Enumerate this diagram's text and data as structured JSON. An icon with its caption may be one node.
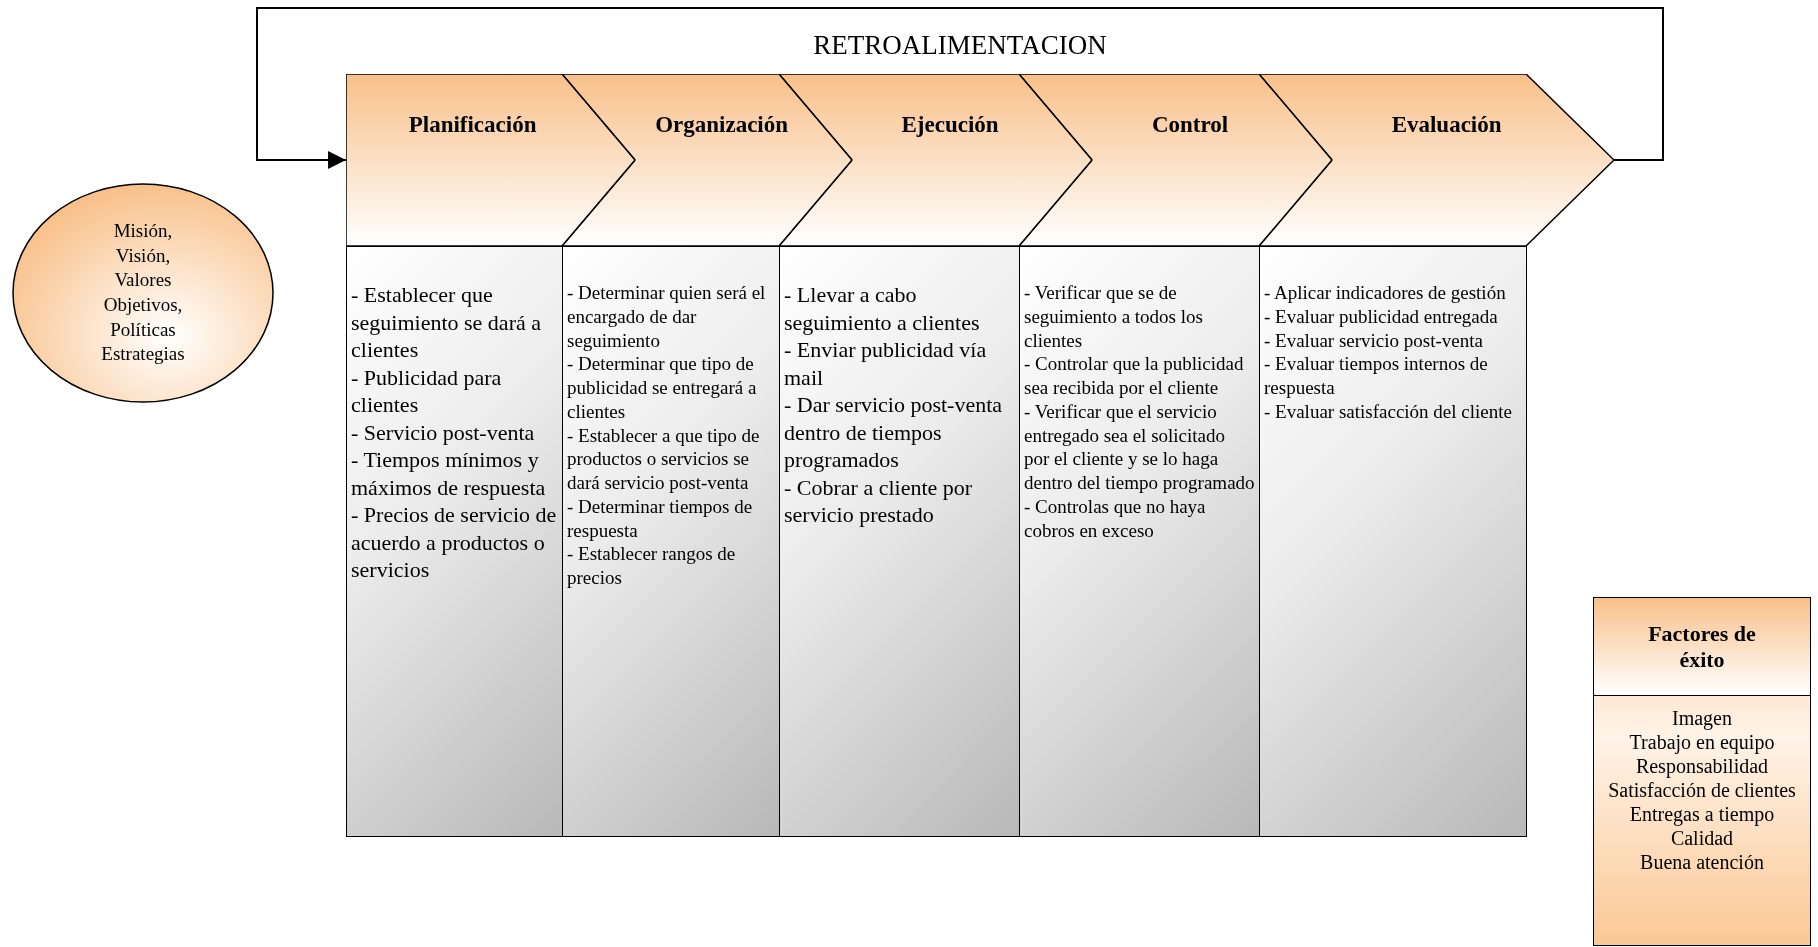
{
  "diagram": {
    "nodes": [
      {
        "text": [
          "Misión,",
          "Visión,",
          "Valores",
          "Objetivos,",
          "Políticas",
          "Estrategias"
        ]
      },
      {
        "text": [
          "Planificación"
        ]
      },
      {
        "text": [
          "- Establecer que seguimiento se dará a clientes",
          "- Publicidad para clientes",
          "- Servicio post-venta",
          "- Tiempos mínimos y máximos de respuesta",
          "- Precios de servicio de acuerdo a productos o servicios"
        ]
      },
      {
        "text": [
          "Organización"
        ]
      },
      {
        "text": [
          "- Determinar quien será el encargado de dar seguimiento",
          "- Determinar que tipo de publicidad se entregará a clientes",
          "- Establecer a que tipo de productos o servicios se dará servicio post-venta",
          "- Determinar tiempos de respuesta",
          "- Establecer rangos de precios"
        ]
      },
      {
        "text": [
          "Ejecución"
        ]
      },
      {
        "text": [
          "- Llevar a cabo seguimiento a clientes",
          "- Enviar publicidad vía mail",
          "- Dar servicio post-venta dentro de tiempos programados",
          "- Cobrar a cliente por servicio prestado"
        ]
      },
      {
        "text": [
          "Control"
        ]
      },
      {
        "text": [
          "- Verificar que se de seguimiento a todos los clientes",
          "- Controlar que la publicidad sea recibida por el cliente",
          "- Verificar que el servicio entregado sea el solicitado por el cliente y se lo haga dentro del tiempo programado",
          "- Controlas que no haya cobros en exceso"
        ]
      },
      {
        "text": [
          "Evaluación"
        ]
      },
      {
        "text": [
          "- Aplicar indicadores de gestión",
          "- Evaluar publicidad entregada",
          "- Evaluar servicio post-venta",
          "- Evaluar tiempos internos de respuesta",
          "- Evaluar satisfacción del cliente"
        ]
      },
      {
        "text": [
          "Factores de éxito",
          "Imagen",
          "Trabajo en equipo",
          "Responsabilidad",
          "Satisfacción de clientes",
          "Entregas a tiempo",
          "Calidad",
          "Buena atención"
        ]
      }
    ],
    "edges": [
      {
        "from": 9,
        "to": 1,
        "arrow": "to",
        "label": "RETROALIMENTACION"
      }
    ]
  }
}
